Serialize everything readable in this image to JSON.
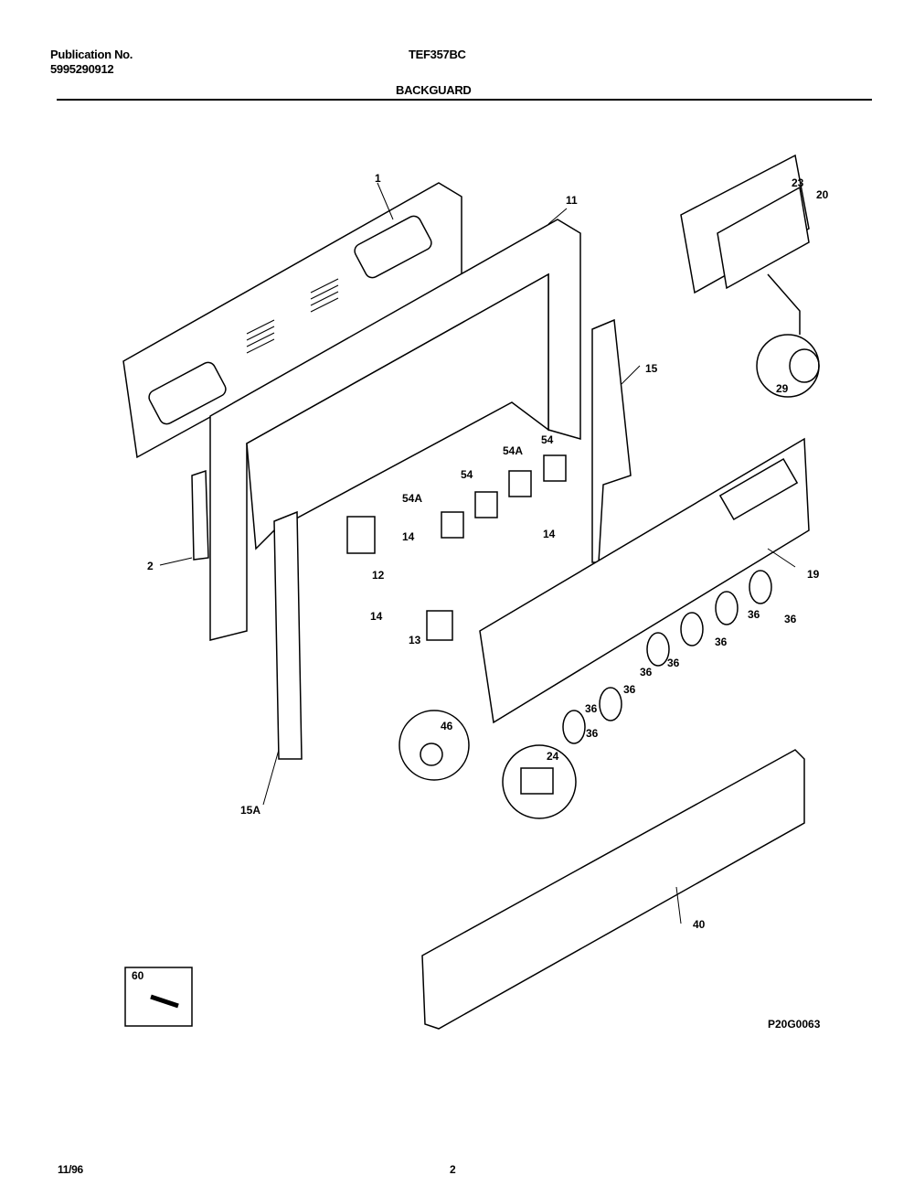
{
  "header": {
    "publication_label": "Publication No.",
    "publication_number": "5995290912",
    "model": "TEF357BC",
    "section": "BACKGUARD"
  },
  "diagram": {
    "callouts": [
      "1",
      "11",
      "23",
      "20",
      "29",
      "15",
      "2",
      "54",
      "54A",
      "54A",
      "54",
      "14",
      "14",
      "14",
      "12",
      "13",
      "19",
      "36",
      "36",
      "36",
      "36",
      "36",
      "36",
      "36",
      "36",
      "46",
      "24",
      "15A",
      "40",
      "60"
    ],
    "drawing_code": "P20G0063"
  },
  "footer": {
    "date": "11/96",
    "page": "2"
  }
}
